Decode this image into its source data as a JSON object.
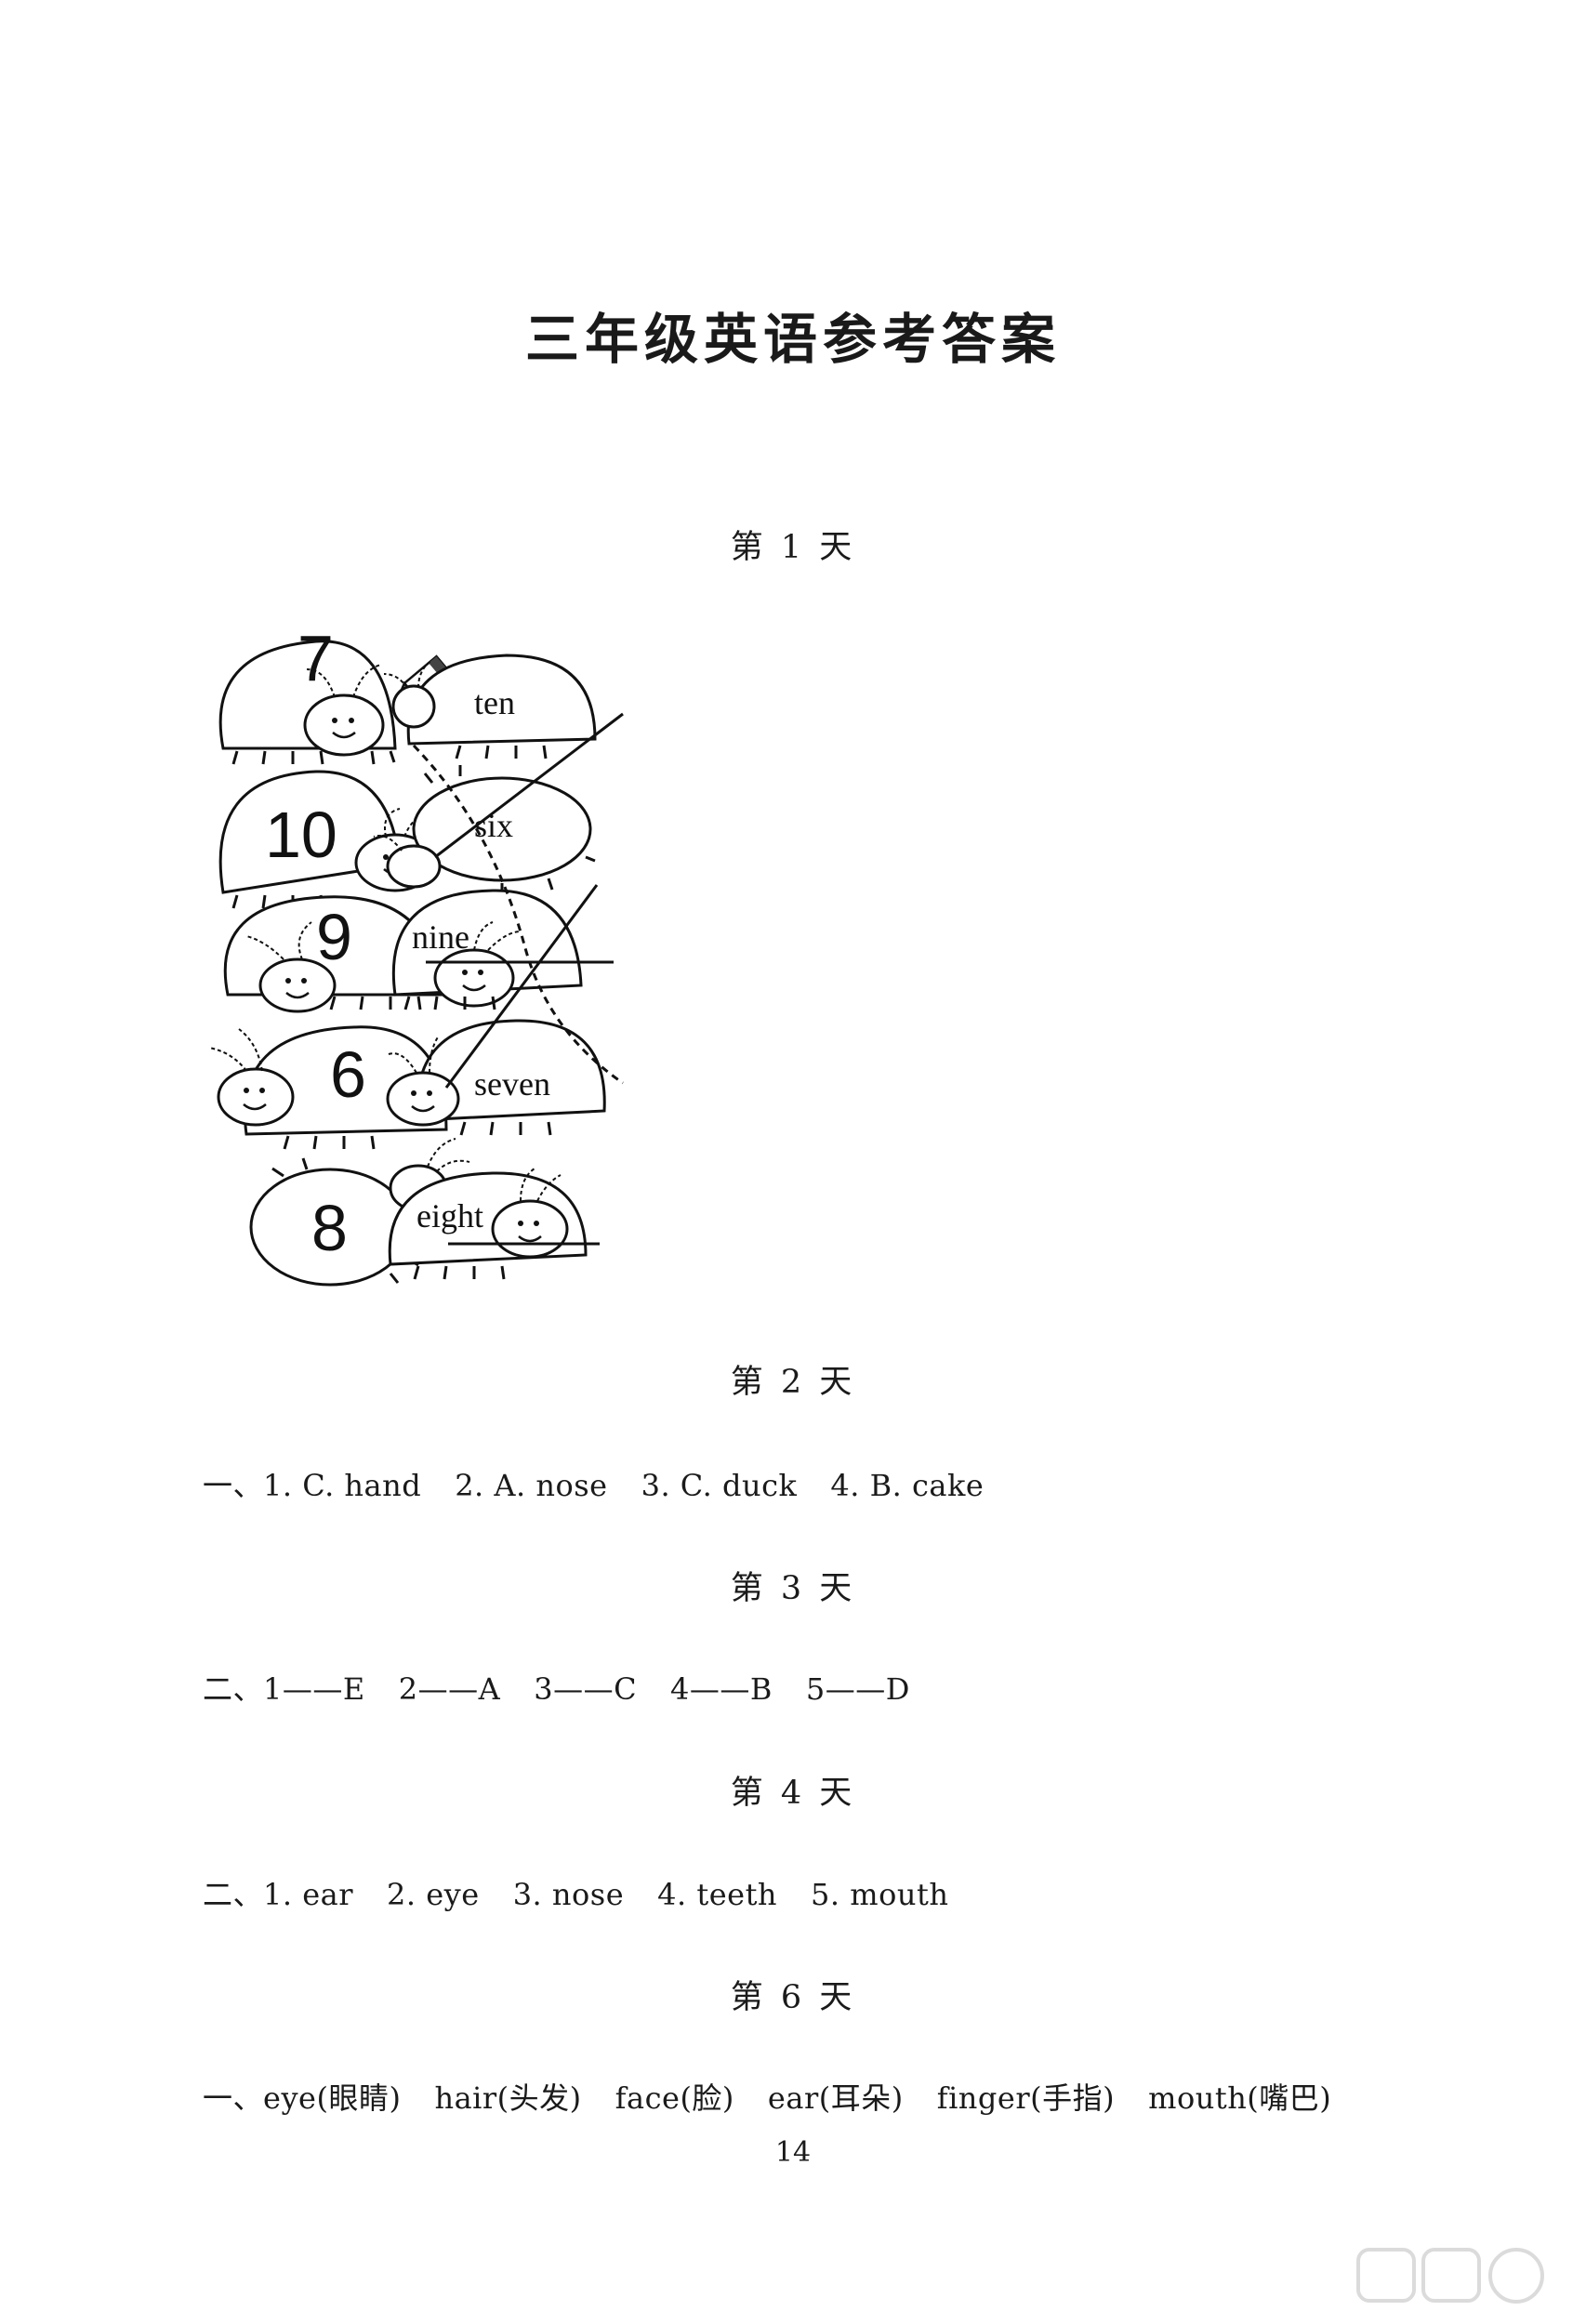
{
  "title": "三年级英语参考答案",
  "days": {
    "d1": "第 1 天",
    "d2": "第 2 天",
    "d3": "第 3 天",
    "d4": "第 4 天",
    "d6": "第 6 天"
  },
  "matching": {
    "left_numbers": [
      "7",
      "10",
      "9",
      "6",
      "8"
    ],
    "right_words": [
      "ten",
      "six",
      "nine",
      "seven",
      "eight"
    ],
    "pairs": [
      [
        "7",
        "seven"
      ],
      [
        "10",
        "ten"
      ],
      [
        "9",
        "nine"
      ],
      [
        "6",
        "six"
      ],
      [
        "8",
        "eight"
      ]
    ]
  },
  "day2": {
    "prefix": "一、",
    "items": [
      "1. C. hand",
      "2. A. nose",
      "3. C. duck",
      "4. B. cake"
    ]
  },
  "day3": {
    "prefix": "二、",
    "items": [
      "1——E",
      "2——A",
      "3——C",
      "4——B",
      "5——D"
    ]
  },
  "day4": {
    "prefix": "二、",
    "items": [
      "1. ear",
      "2. eye",
      "3. nose",
      "4. teeth",
      "5. mouth"
    ]
  },
  "day6": {
    "prefix": "一、",
    "items": [
      "eye(眼睛)",
      "hair(头发)",
      "face(脸)",
      "ear(耳朵)",
      "finger(手指)",
      "mouth(嘴巴)"
    ]
  },
  "page_number": "14"
}
